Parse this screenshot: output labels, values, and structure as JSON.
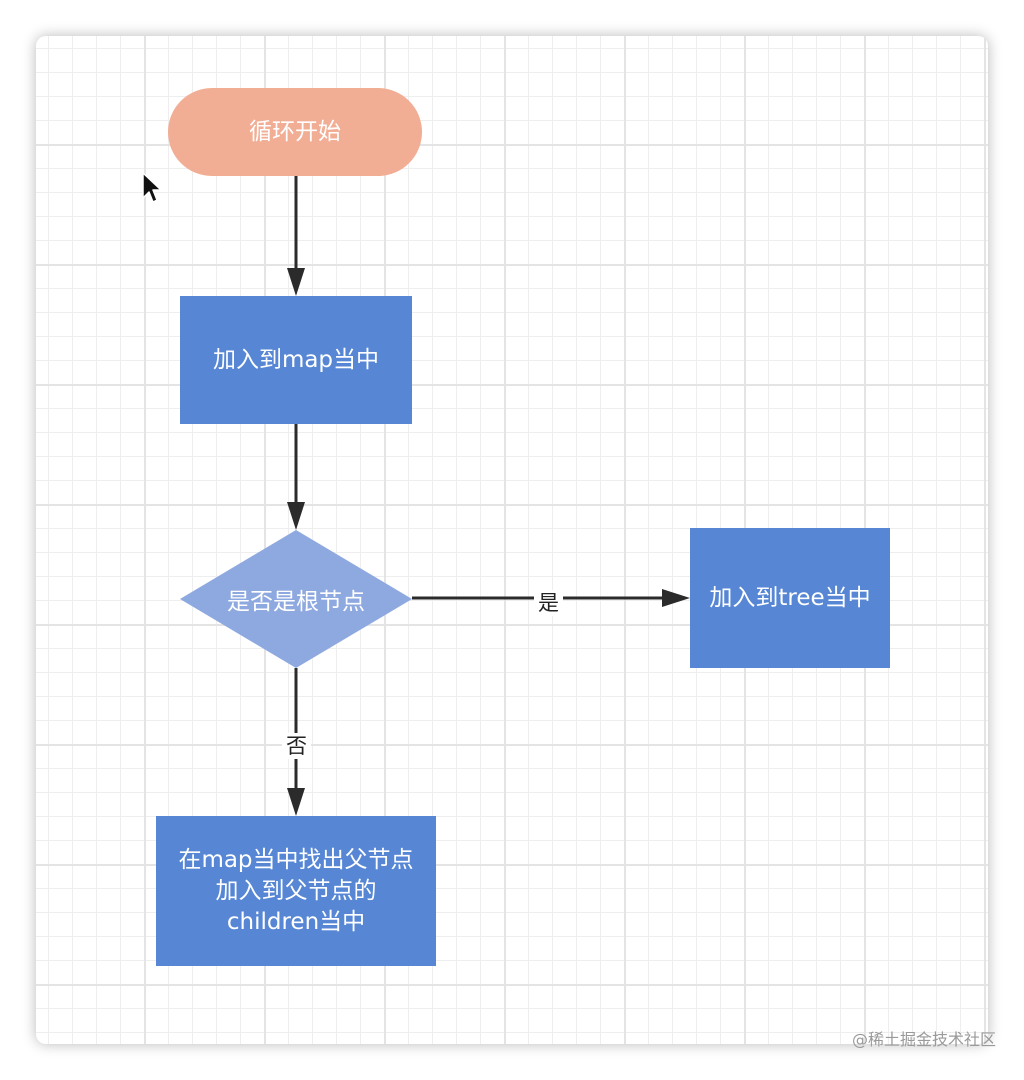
{
  "colors": {
    "start_fill": "#f1ae95",
    "process_fill": "#5787d4",
    "decision_fill": "#8ea8e0",
    "edge": "#2b2b2b",
    "grid": "#e4e4e4"
  },
  "nodes": {
    "start": "循环开始",
    "add_map": "加入到map当中",
    "decision": "是否是根节点",
    "add_tree": "加入到tree当中",
    "add_children": "在map当中找出父节点加入到父节点的children当中"
  },
  "edges": {
    "yes": "是",
    "no": "否"
  },
  "watermark": "@稀土掘金技术社区",
  "cursor_icon": "arrow-cursor-icon"
}
